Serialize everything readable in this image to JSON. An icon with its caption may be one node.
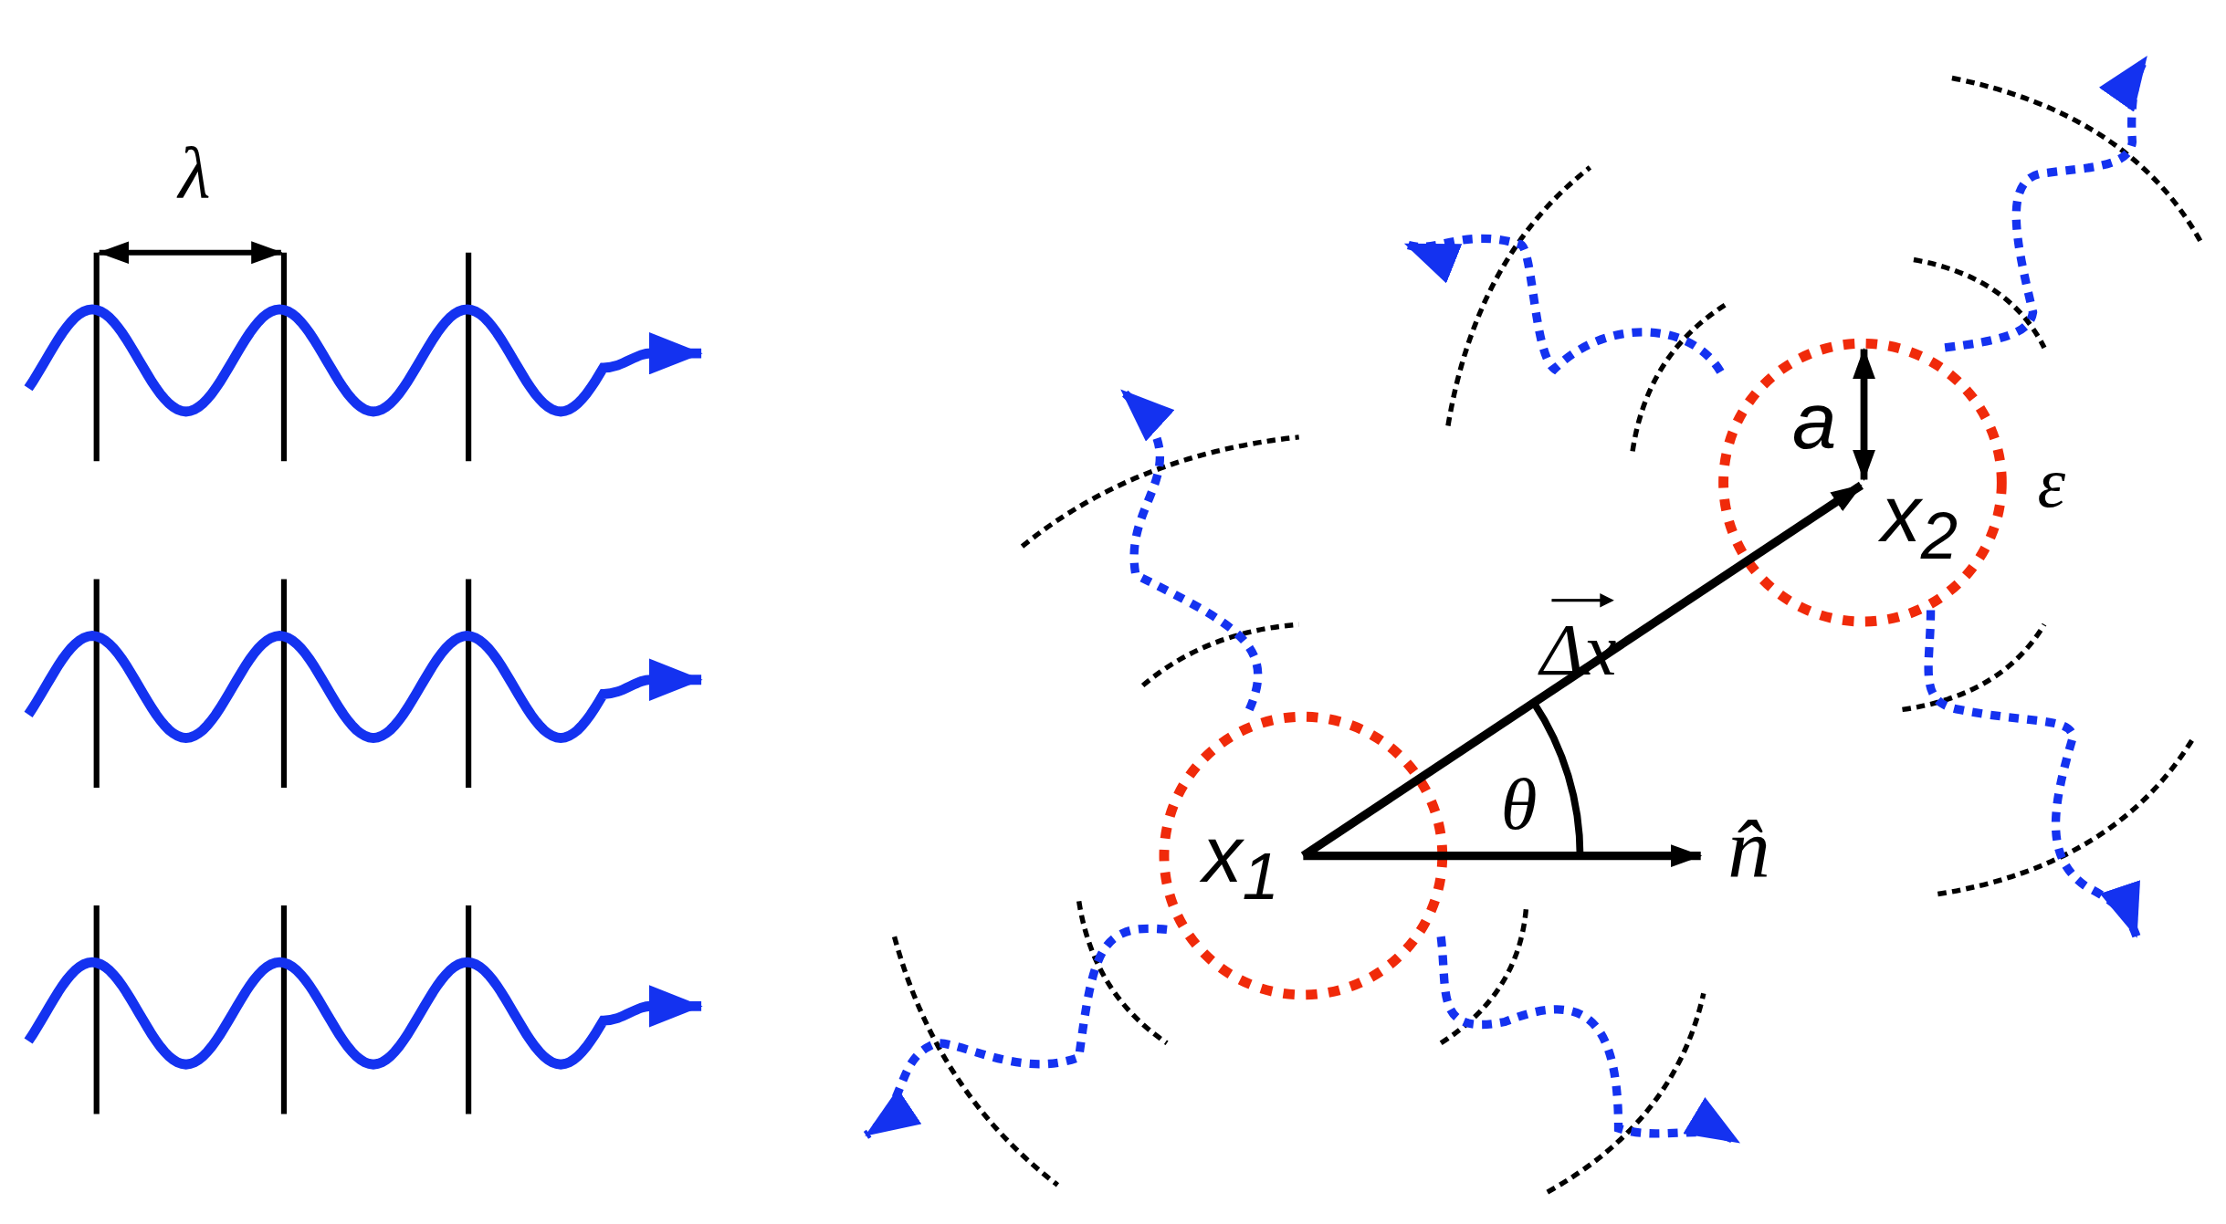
{
  "diagram": {
    "labels": [
      "λ",
      "a",
      "x$_{2}$",
      "ε",
      "Δx",
      "θ",
      "x$_{1}$",
      "n̂"
    ]
  }
}
